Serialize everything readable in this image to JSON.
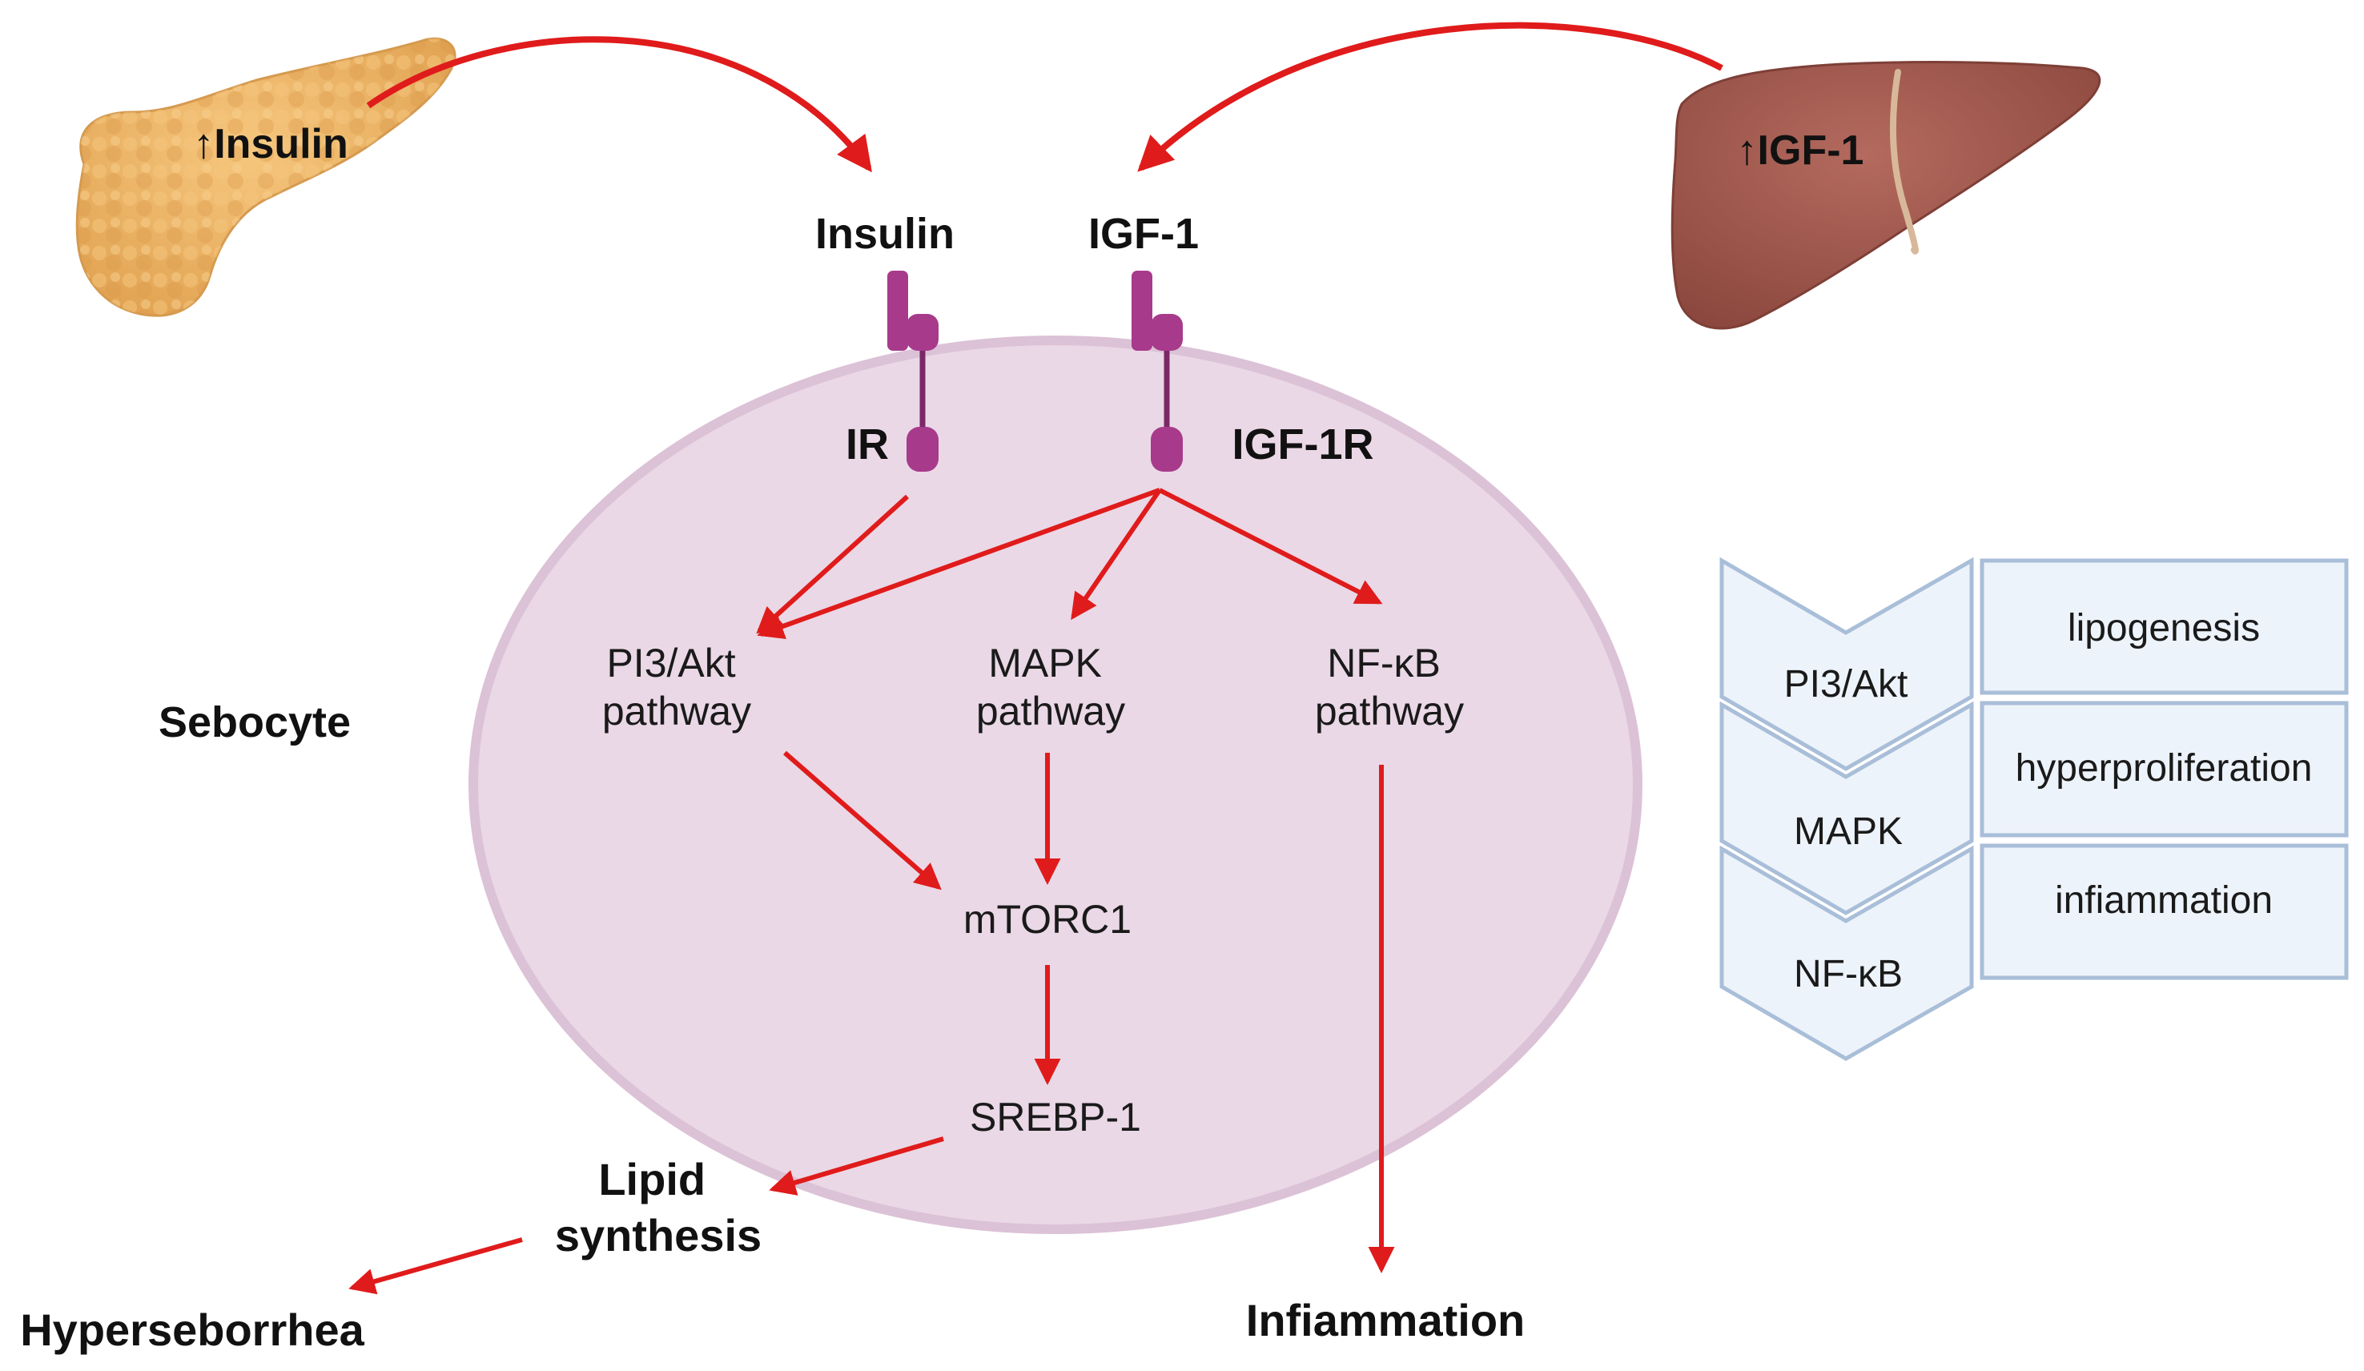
{
  "organs": {
    "pancreas_label": "↑Insulin",
    "liver_label": "↑IGF-1"
  },
  "ligands": {
    "insulin": "Insulin",
    "igf1": "IGF-1"
  },
  "receptors": {
    "ir": "IR",
    "igf1r": "IGF-1R"
  },
  "cell": {
    "label": "Sebocyte"
  },
  "pathways": {
    "pi3akt": [
      "PI3/Akt",
      "pathway"
    ],
    "mapk": [
      "MAPK",
      "pathway"
    ],
    "nfkb": [
      "NF-κB",
      "pathway"
    ],
    "mtorc1": "mTORC1",
    "srebp1": "SREBP-1"
  },
  "outcomes": {
    "lipid_synthesis": [
      "Lipid",
      "synthesis"
    ],
    "hyperseborrhea": "Hyperseborrhea",
    "inflammation": "Infiammation"
  },
  "legend": [
    {
      "pathway": "PI3/Akt",
      "effect": "lipogenesis"
    },
    {
      "pathway": "MAPK",
      "effect": "hyperproliferation"
    },
    {
      "pathway": "NF-κB",
      "effect": "infiammation"
    }
  ],
  "colors": {
    "arrow": "#e01b1b",
    "cell_fill": "#ead8e6",
    "cell_stroke": "#dcc2d6",
    "receptor": "#a83a8c",
    "pancreas": "#eeb464",
    "liver": "#a0584e",
    "legend_fill": "#edf3fa",
    "legend_stroke": "#a9bed8"
  }
}
